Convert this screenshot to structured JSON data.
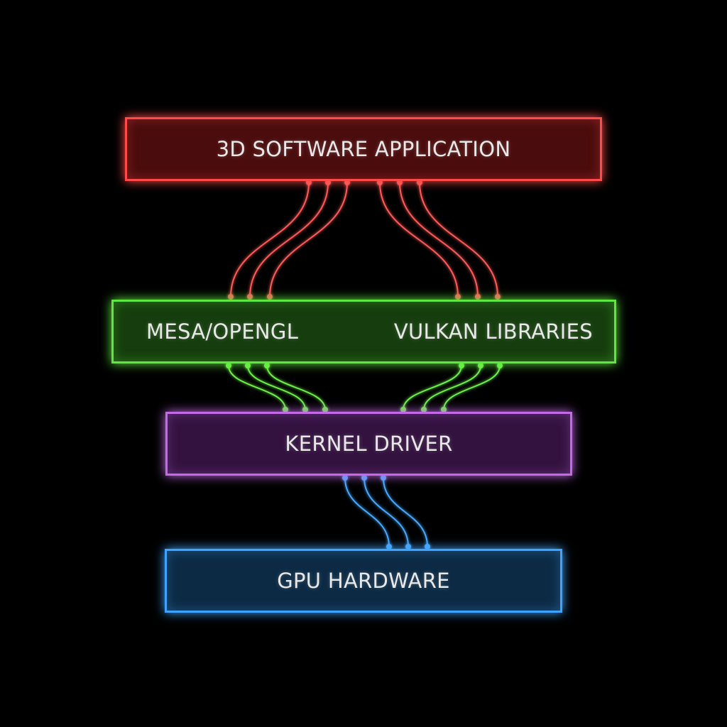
{
  "layers": [
    {
      "id": "app",
      "labels": [
        "3D SOFTWARE APPLICATION"
      ],
      "color": "#ff4a4a",
      "fill": "#4a0c0c"
    },
    {
      "id": "lib",
      "labels": [
        "MESA/OPENGL",
        "VULKAN LIBRARIES"
      ],
      "color": "#5ee83e",
      "fill": "#153d0d"
    },
    {
      "id": "kernel",
      "labels": [
        "KERNEL DRIVER"
      ],
      "color": "#c46ae8",
      "fill": "#33123f"
    },
    {
      "id": "gpu",
      "labels": [
        "GPU HARDWARE"
      ],
      "color": "#3fa4ff",
      "fill": "#0c2a44"
    }
  ],
  "connections": [
    {
      "from": "app",
      "to": "lib",
      "wires": 3,
      "color": "#ff5a5a"
    },
    {
      "from": "app",
      "to": "lib",
      "wires": 3,
      "color": "#ff5a5a"
    },
    {
      "from": "lib",
      "to": "kernel",
      "wires": 3,
      "color": "#6ef04a"
    },
    {
      "from": "lib",
      "to": "kernel",
      "wires": 3,
      "color": "#6ef04a"
    },
    {
      "from": "kernel",
      "to": "gpu",
      "wires": 3,
      "color": "#4aa8ff"
    }
  ]
}
